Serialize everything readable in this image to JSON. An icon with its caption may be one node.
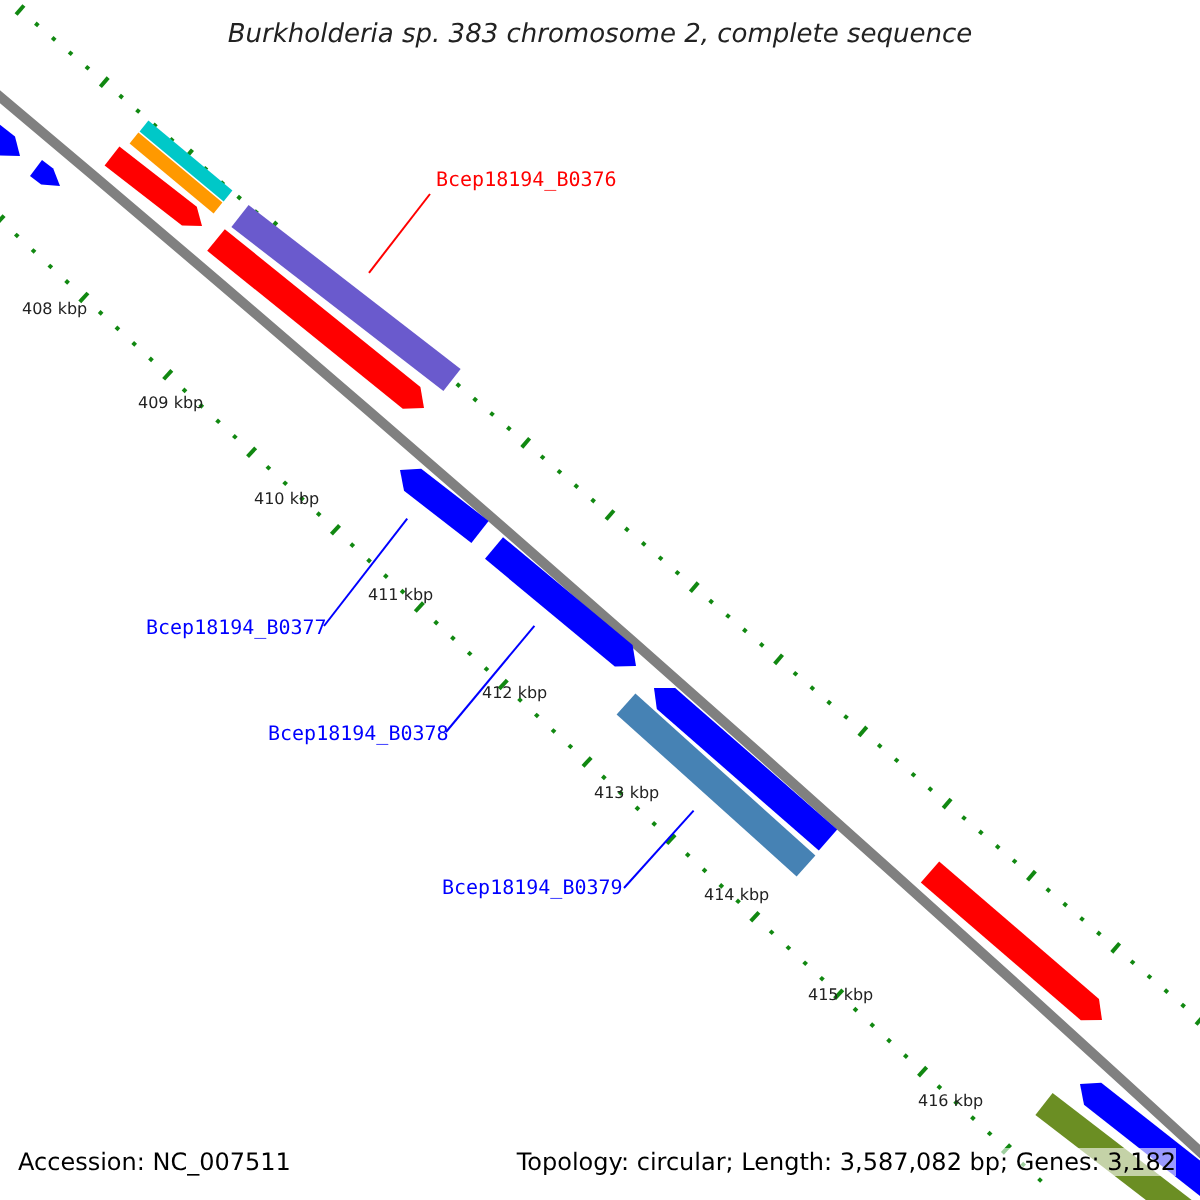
{
  "diagram": {
    "title": "Burkholderia sp. 383 chromosome 2, complete sequence",
    "nodes": [
      {
        "text": [
          "Bcep18194_B0376"
        ]
      },
      {
        "text": [
          "Bcep18194_B0377"
        ]
      },
      {
        "text": [
          "Bcep18194_B0378"
        ]
      },
      {
        "text": [
          "Bcep18194_B0379"
        ]
      },
      {
        "text": [],
        "shape": "bar"
      },
      {
        "text": [],
        "shape": "bar"
      },
      {
        "text": [],
        "shape": "bar"
      },
      {
        "text": [],
        "shape": "bar"
      },
      {
        "text": [],
        "shape": "bar"
      },
      {
        "text": [],
        "shape": "bar"
      },
      {
        "text": [],
        "shape": "bar"
      },
      {
        "text": [],
        "shape": "bar"
      },
      {
        "text": [],
        "shape": "bar"
      },
      {
        "text": [],
        "shape": "bar"
      },
      {
        "text": [],
        "shape": "bar"
      },
      {
        "text": [],
        "shape": "bar"
      },
      {
        "text": [],
        "shape": "bar"
      },
      {
        "text": [],
        "shape": "bar"
      }
    ],
    "edges": [
      {
        "from": 0,
        "to": 9,
        "arrow": "none",
        "color": "#ff0000"
      },
      {
        "from": 1,
        "to": 11,
        "arrow": "none"
      },
      {
        "from": 2,
        "to": 12,
        "arrow": "none"
      },
      {
        "from": 3,
        "to": 14,
        "arrow": "none"
      }
    ],
    "labels": [
      "408 kbp",
      "409 kbp",
      "410 kbp",
      "411 kbp",
      "412 kbp",
      "413 kbp",
      "414 kbp",
      "415 kbp",
      "416 kbp",
      "Accession: NC_007511",
      "Topology: circular; Length: 3,587,082 bp; Genes: 3,182"
    ]
  }
}
